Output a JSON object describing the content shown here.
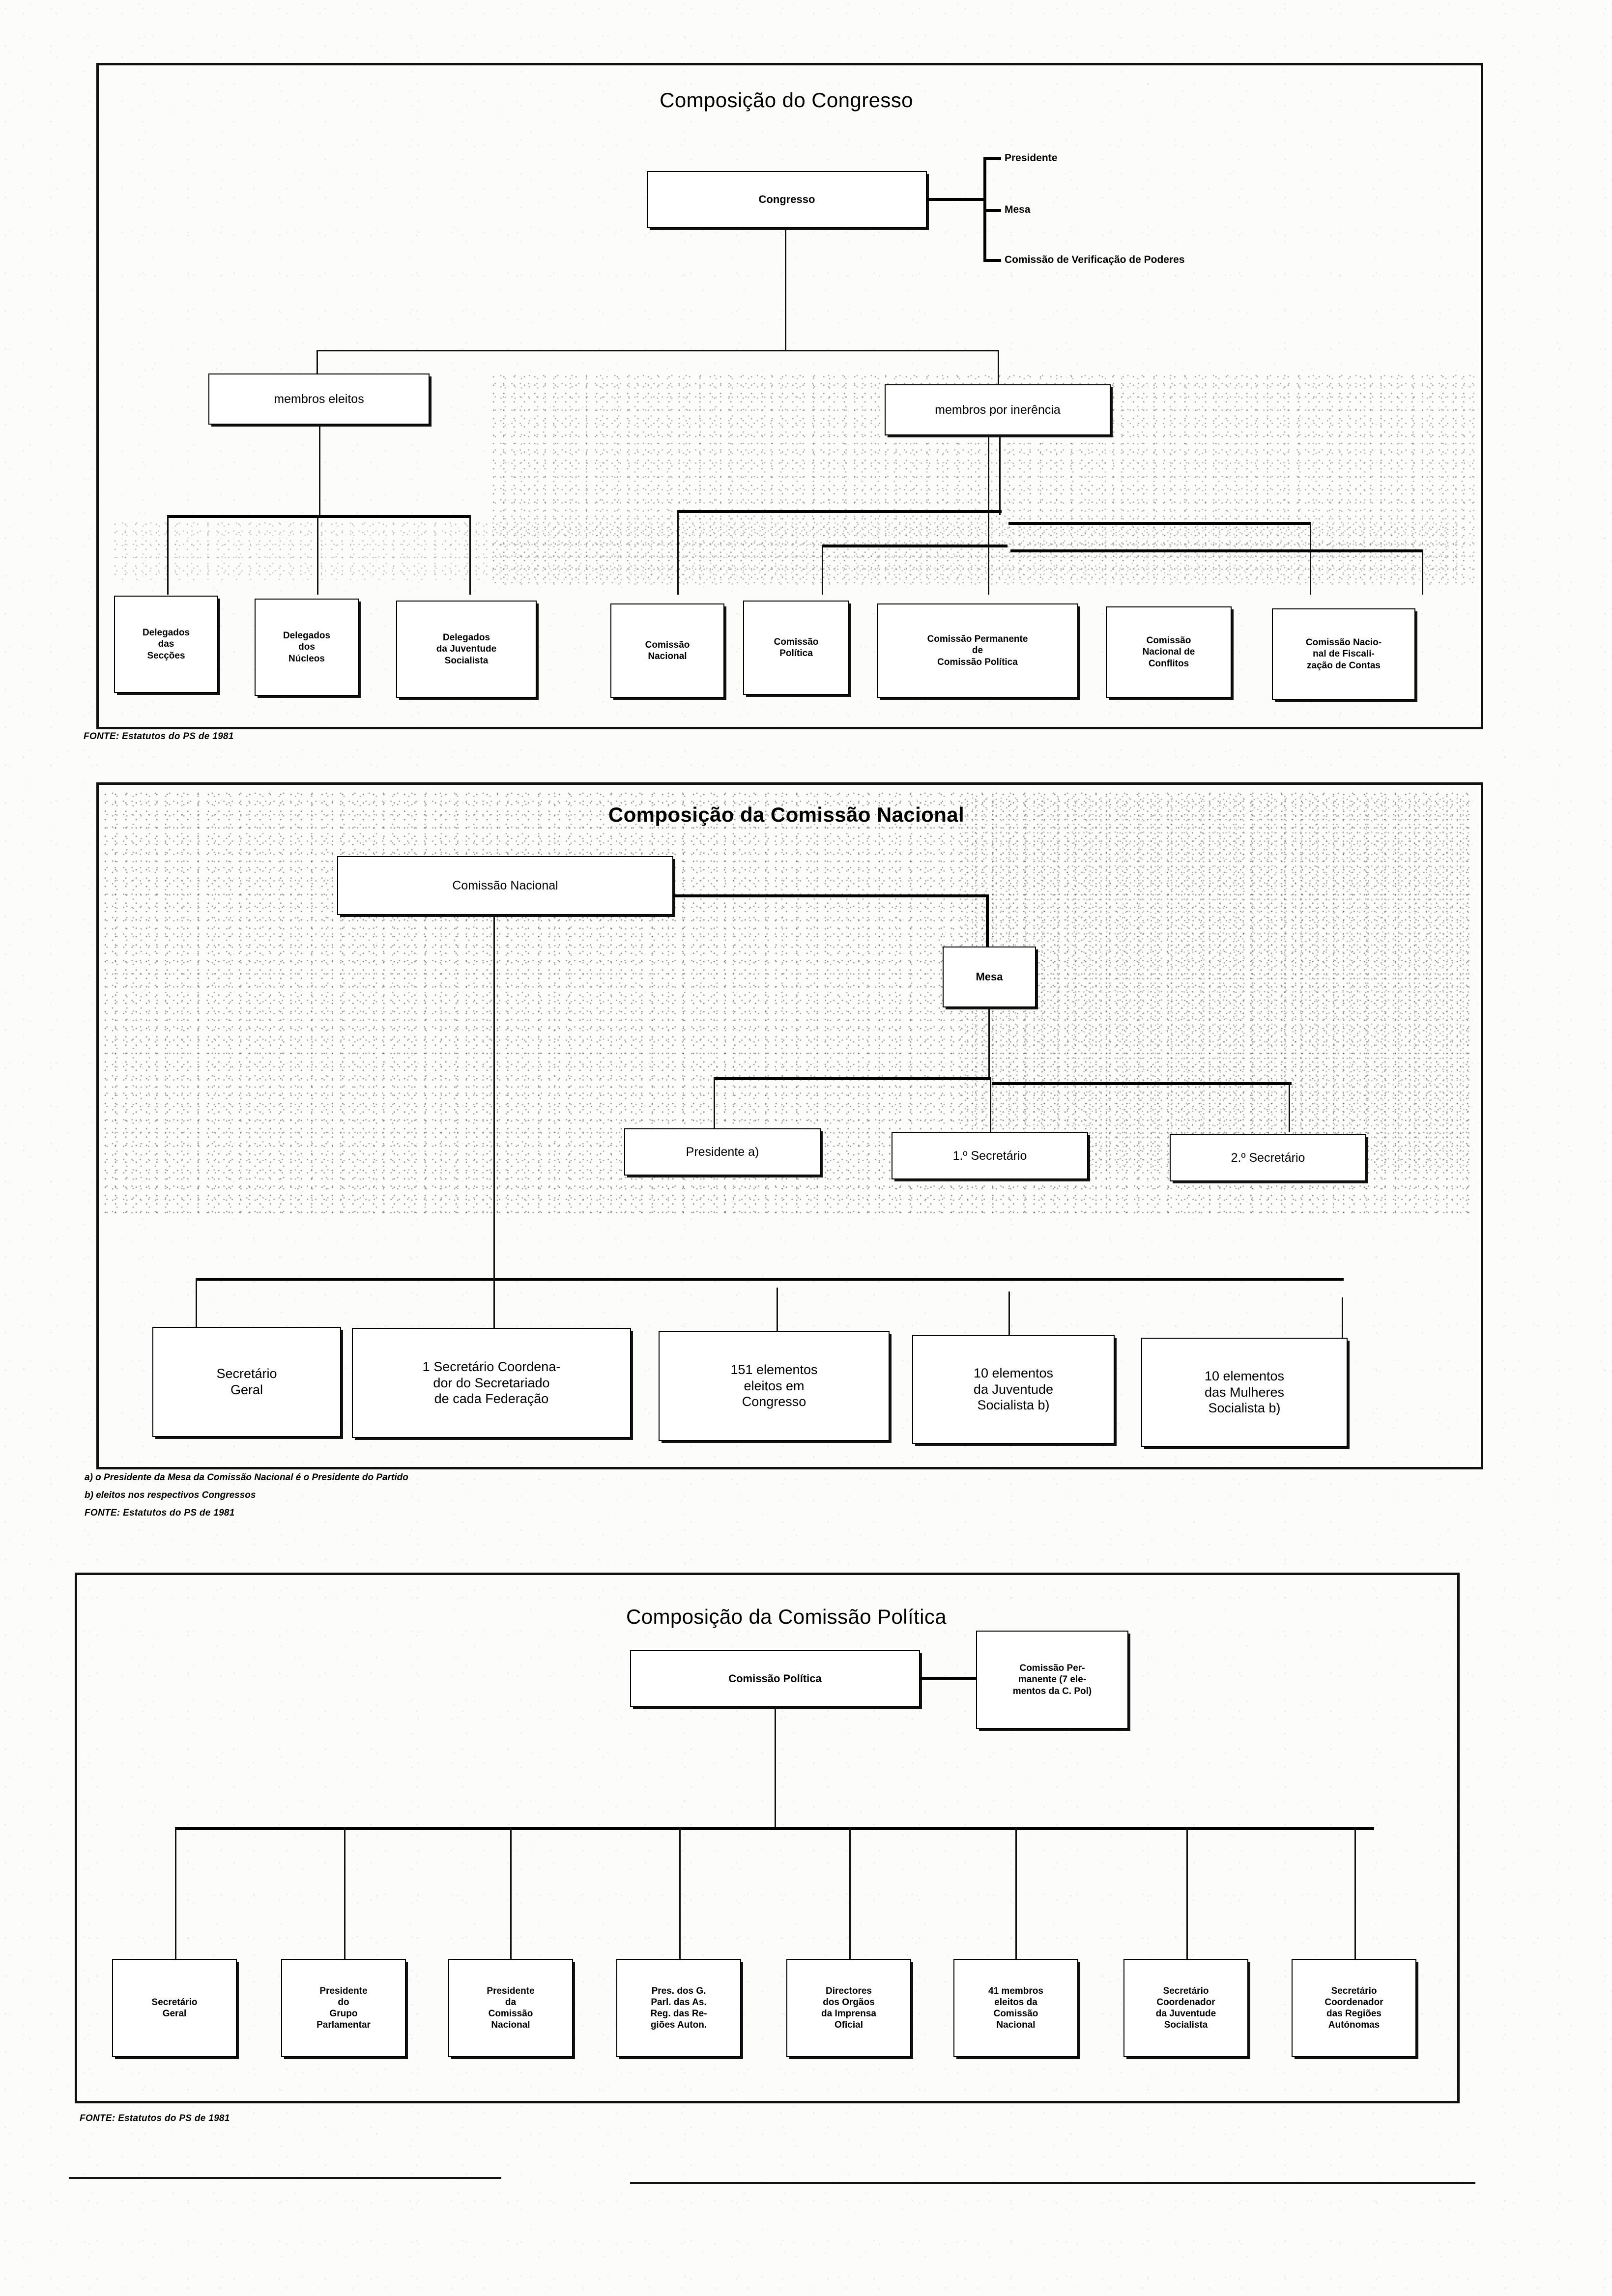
{
  "document": {
    "language": "pt",
    "page_background": "#fcfcfa",
    "ink_color": "#111111"
  },
  "charts": [
    {
      "id": "congresso",
      "title": "Composição do Congresso",
      "root": "Congresso",
      "root_branches": [
        "Presidente",
        "Mesa",
        "Comissão de Verificação de Poderes"
      ],
      "groups": [
        "membros eleitos",
        "membros por inerência"
      ],
      "elected_members": [
        "Delegados\ndas\nSecções",
        "Delegados\ndos\nNúcleos",
        "Delegados\nda Juventude\nSocialista"
      ],
      "inherent_members": [
        "Comissão\nNacional",
        "Comissão\nPolítica",
        "Comissão Permanente\nde\nComissão Política",
        "Comissão\nNacional de\nConflitos",
        "Comissão Nacio-\nnal de Fiscali-\nzação de Contas"
      ],
      "source": "FONTE: Estatutos do PS de 1981"
    },
    {
      "id": "comissao-nacional",
      "title": "Composição da Comissão Nacional",
      "root": "Comissão Nacional",
      "mesa": "Mesa",
      "mesa_members": [
        "Presidente a)",
        "1.º Secretário",
        "2.º Secretário"
      ],
      "members": [
        "Secretário\nGeral",
        "1 Secretário Coordena-\ndor do Secretariado\nde cada Federação",
        "151 elementos\neleitos em\nCongresso",
        "10 elementos\nda Juventude\nSocialista b)",
        "10 elementos\ndas Mulheres\nSocialista b)"
      ],
      "footnotes": [
        "a) o Presidente da Mesa da Comissão Nacional é o Presidente do Partido",
        "b) eleitos nos respectivos Congressos"
      ],
      "source": "FONTE: Estatutos do PS de 1981"
    },
    {
      "id": "comissao-politica",
      "title": "Composição da Comissão Política",
      "root": "Comissão Política",
      "permanent": "Comissão Per-\nmanente (7 ele-\nmentos da C. Pol)",
      "members": [
        "Secretário\nGeral",
        "Presidente\ndo\nGrupo\nParlamentar",
        "Presidente\nda\nComissão\nNacional",
        "Pres. dos G.\nParl. das As.\nReg. das Re-\ngiões Auton.",
        "Directores\ndos Orgãos\nda Imprensa\nOficial",
        "41 membros\neleitos da\nComissão\nNacional",
        "Secretário\nCoordenador\nda Juventude\nSocialista",
        "Secretário\nCoordenador\ndas Regiões\nAutónomas"
      ],
      "source": "FONTE: Estatutos do PS de 1981"
    }
  ]
}
